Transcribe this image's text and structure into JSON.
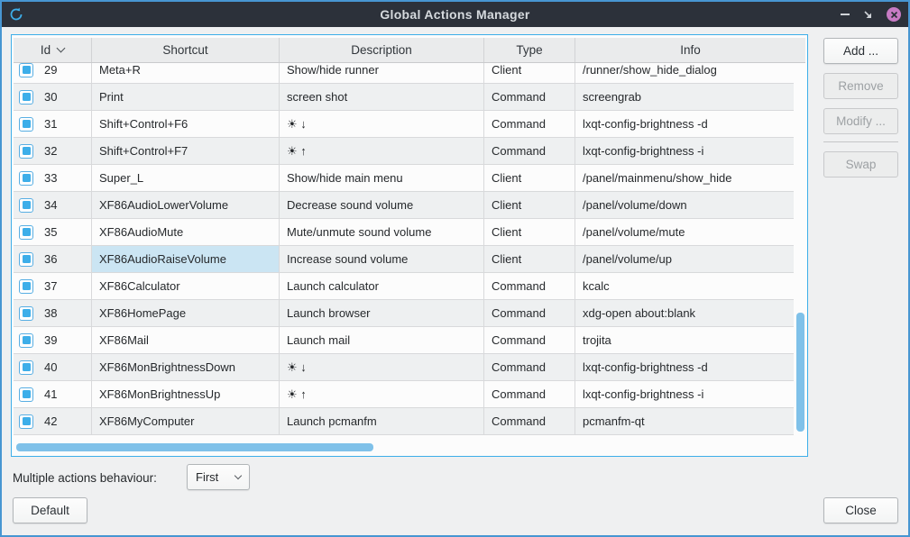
{
  "window": {
    "title": "Global Actions Manager",
    "controls": {
      "minimize": "minimize",
      "maximize": "maximize",
      "close": "close"
    }
  },
  "colors": {
    "accent_blue": "#3daee9",
    "window_border": "#4796d2",
    "titlebar_bg": "#2c313a",
    "close_button": "#c77bc4",
    "selected_cell": "#cbe5f3",
    "scrollbar_thumb": "#7fc1e9",
    "row_alt": "#eef0f1"
  },
  "table": {
    "columns": [
      {
        "key": "id",
        "label": "Id"
      },
      {
        "key": "shortcut",
        "label": "Shortcut"
      },
      {
        "key": "description",
        "label": "Description"
      },
      {
        "key": "type",
        "label": "Type"
      },
      {
        "key": "info",
        "label": "Info"
      }
    ],
    "sorted_column": "id",
    "selection": {
      "row_id": "36",
      "column": "shortcut"
    },
    "rows": [
      {
        "id": "29",
        "checked": true,
        "shortcut": "Meta+R",
        "description": "Show/hide runner",
        "type": "Client",
        "info": "/runner/show_hide_dialog"
      },
      {
        "id": "30",
        "checked": true,
        "shortcut": "Print",
        "description": "screen shot",
        "type": "Command",
        "info": "screengrab"
      },
      {
        "id": "31",
        "checked": true,
        "shortcut": "Shift+Control+F6",
        "description": "☀ ↓",
        "type": "Command",
        "info": "lxqt-config-brightness -d"
      },
      {
        "id": "32",
        "checked": true,
        "shortcut": "Shift+Control+F7",
        "description": "☀ ↑",
        "type": "Command",
        "info": "lxqt-config-brightness -i"
      },
      {
        "id": "33",
        "checked": true,
        "shortcut": "Super_L",
        "description": "Show/hide main menu",
        "type": "Client",
        "info": "/panel/mainmenu/show_hide"
      },
      {
        "id": "34",
        "checked": true,
        "shortcut": "XF86AudioLowerVolume",
        "description": "Decrease sound volume",
        "type": "Client",
        "info": "/panel/volume/down"
      },
      {
        "id": "35",
        "checked": true,
        "shortcut": "XF86AudioMute",
        "description": "Mute/unmute sound volume",
        "type": "Client",
        "info": "/panel/volume/mute"
      },
      {
        "id": "36",
        "checked": true,
        "shortcut": "XF86AudioRaiseVolume",
        "description": "Increase sound volume",
        "type": "Client",
        "info": "/panel/volume/up"
      },
      {
        "id": "37",
        "checked": true,
        "shortcut": "XF86Calculator",
        "description": "Launch calculator",
        "type": "Command",
        "info": "kcalc"
      },
      {
        "id": "38",
        "checked": true,
        "shortcut": "XF86HomePage",
        "description": "Launch browser",
        "type": "Command",
        "info": "xdg-open about:blank"
      },
      {
        "id": "39",
        "checked": true,
        "shortcut": "XF86Mail",
        "description": "Launch mail",
        "type": "Command",
        "info": "trojita"
      },
      {
        "id": "40",
        "checked": true,
        "shortcut": "XF86MonBrightnessDown",
        "description": "☀ ↓",
        "type": "Command",
        "info": "lxqt-config-brightness -d"
      },
      {
        "id": "41",
        "checked": true,
        "shortcut": "XF86MonBrightnessUp",
        "description": "☀ ↑",
        "type": "Command",
        "info": "lxqt-config-brightness -i"
      },
      {
        "id": "42",
        "checked": true,
        "shortcut": "XF86MyComputer",
        "description": "Launch pcmanfm",
        "type": "Command",
        "info": "pcmanfm-qt"
      }
    ]
  },
  "side_buttons": [
    {
      "label": "Add ...",
      "enabled": true
    },
    {
      "label": "Remove",
      "enabled": false
    },
    {
      "label": "Modify ...",
      "enabled": false
    },
    {
      "label": "Swap",
      "enabled": false
    }
  ],
  "footer": {
    "behaviour_label": "Multiple actions behaviour:",
    "behaviour_value": "First",
    "default_button": "Default",
    "close_button": "Close"
  }
}
